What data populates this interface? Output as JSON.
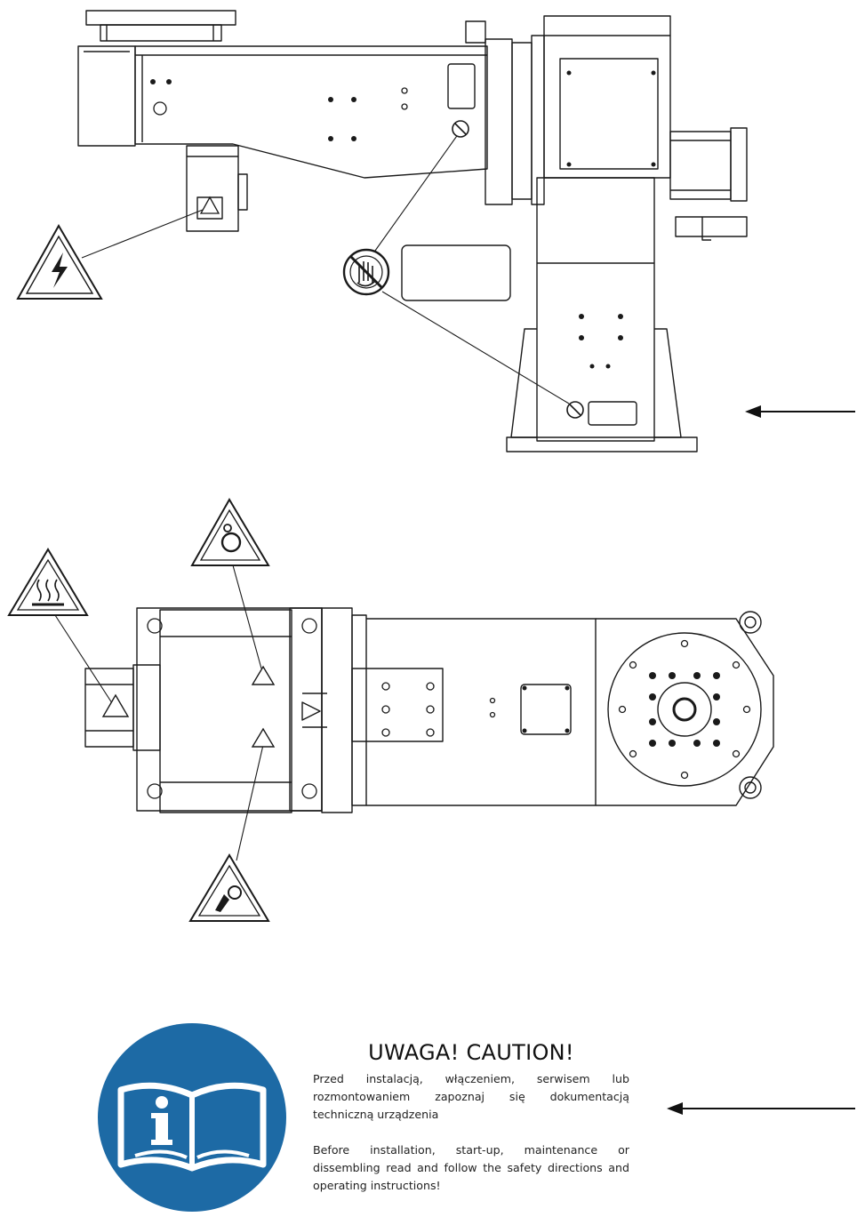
{
  "caution": {
    "title": "UWAGA! CAUTION!",
    "text_pl": "Przed instalacją, włączeniem, serwisem lub rozmontowaniem zapoznaj się dokumentacją techniczną urządzenia",
    "text_en": "Before installation, start-up, maintenance or dissembling read and follow the safety directions and operating instructions!",
    "icon": "read-manual-icon"
  },
  "warning_signs": {
    "electrical": "high-voltage-warning-icon",
    "no_touch": "do-not-touch-prohibition-icon",
    "ring": "ring-hazard-warning-icon",
    "hot_surface": "hot-surface-warning-icon",
    "crush": "hand-crush-warning-icon"
  },
  "colors": {
    "line": "#1a1a1a",
    "sign_blue": "#1d6aa5",
    "background": "#ffffff"
  }
}
